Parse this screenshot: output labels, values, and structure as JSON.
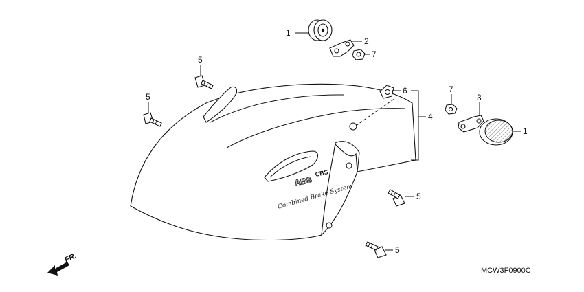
{
  "diagram_code": "MCW3F0900C",
  "direction_label": "FR.",
  "fender_script_text": "Combined Brake System",
  "logo_mark": "ABS",
  "logo_submark": "CBS",
  "callouts": [
    "1",
    "2",
    "7",
    "5",
    "5",
    "6",
    "4",
    "7",
    "3",
    "1",
    "5",
    "5"
  ]
}
